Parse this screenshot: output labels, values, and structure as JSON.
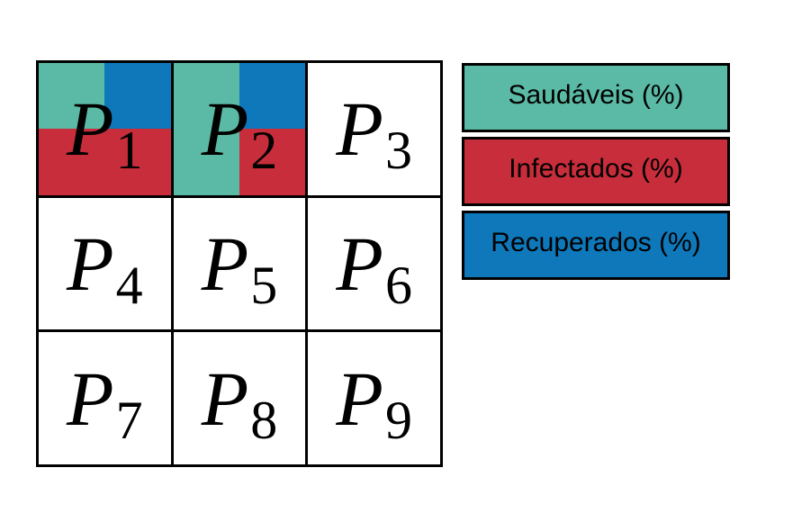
{
  "colors": {
    "healthy": "#5bbaa5",
    "infected": "#c72d3a",
    "recovered": "#0f78ba",
    "border": "#000000",
    "background": "#ffffff"
  },
  "cells": [
    {
      "var": "P",
      "sub": "1",
      "healthy": 0.25,
      "recovered": 0.25,
      "infected": 0.5
    },
    {
      "var": "P",
      "sub": "2",
      "healthy": 0.5,
      "recovered": 0.25,
      "infected": 0.25
    },
    {
      "var": "P",
      "sub": "3"
    },
    {
      "var": "P",
      "sub": "4"
    },
    {
      "var": "P",
      "sub": "5"
    },
    {
      "var": "P",
      "sub": "6"
    },
    {
      "var": "P",
      "sub": "7"
    },
    {
      "var": "P",
      "sub": "8"
    },
    {
      "var": "P",
      "sub": "9"
    }
  ],
  "legend": [
    {
      "label": "Saudáveis (%)",
      "color": "#5bbaa5"
    },
    {
      "label": "Infectados (%)",
      "color": "#c72d3a"
    },
    {
      "label": "Recuperados (%)",
      "color": "#0f78ba"
    }
  ]
}
